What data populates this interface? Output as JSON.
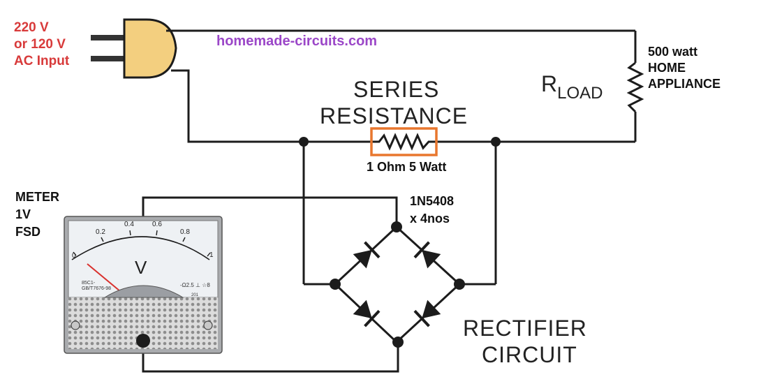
{
  "input": {
    "line1": "220 V",
    "line2": "or 120 V",
    "line3": "AC Input"
  },
  "watermark": "homemade-circuits.com",
  "load": {
    "r_main": "R",
    "r_sub": "LOAD",
    "line1": "500 watt",
    "line2": "HOME",
    "line3": "APPLIANCE"
  },
  "series": {
    "line1": "SERIES",
    "line2": "RESISTANCE",
    "rating": "1 Ohm 5 Watt",
    "highlight_color": "#e8772e"
  },
  "diode": {
    "line1": "1N5408",
    "line2": "x 4nos"
  },
  "meter": {
    "line1": "METER",
    "line2": "1V",
    "line3": "FSD",
    "unit": "V",
    "scale": [
      "0",
      "0.2",
      "0.4",
      "0.6",
      "0.8",
      "1"
    ],
    "model_line1": "85C1-",
    "model_line2": "GB/T7676-98",
    "class_text": "-Ω2.5 ⊥ ☆8",
    "serial": "201"
  },
  "rectifier": {
    "line1": "RECTIFIER",
    "line2": "CIRCUIT"
  },
  "colors": {
    "plug": "#f3cf7f",
    "wire": "#1c1c1c",
    "meter_face": "#eef1f4",
    "needle": "#d9312d"
  }
}
